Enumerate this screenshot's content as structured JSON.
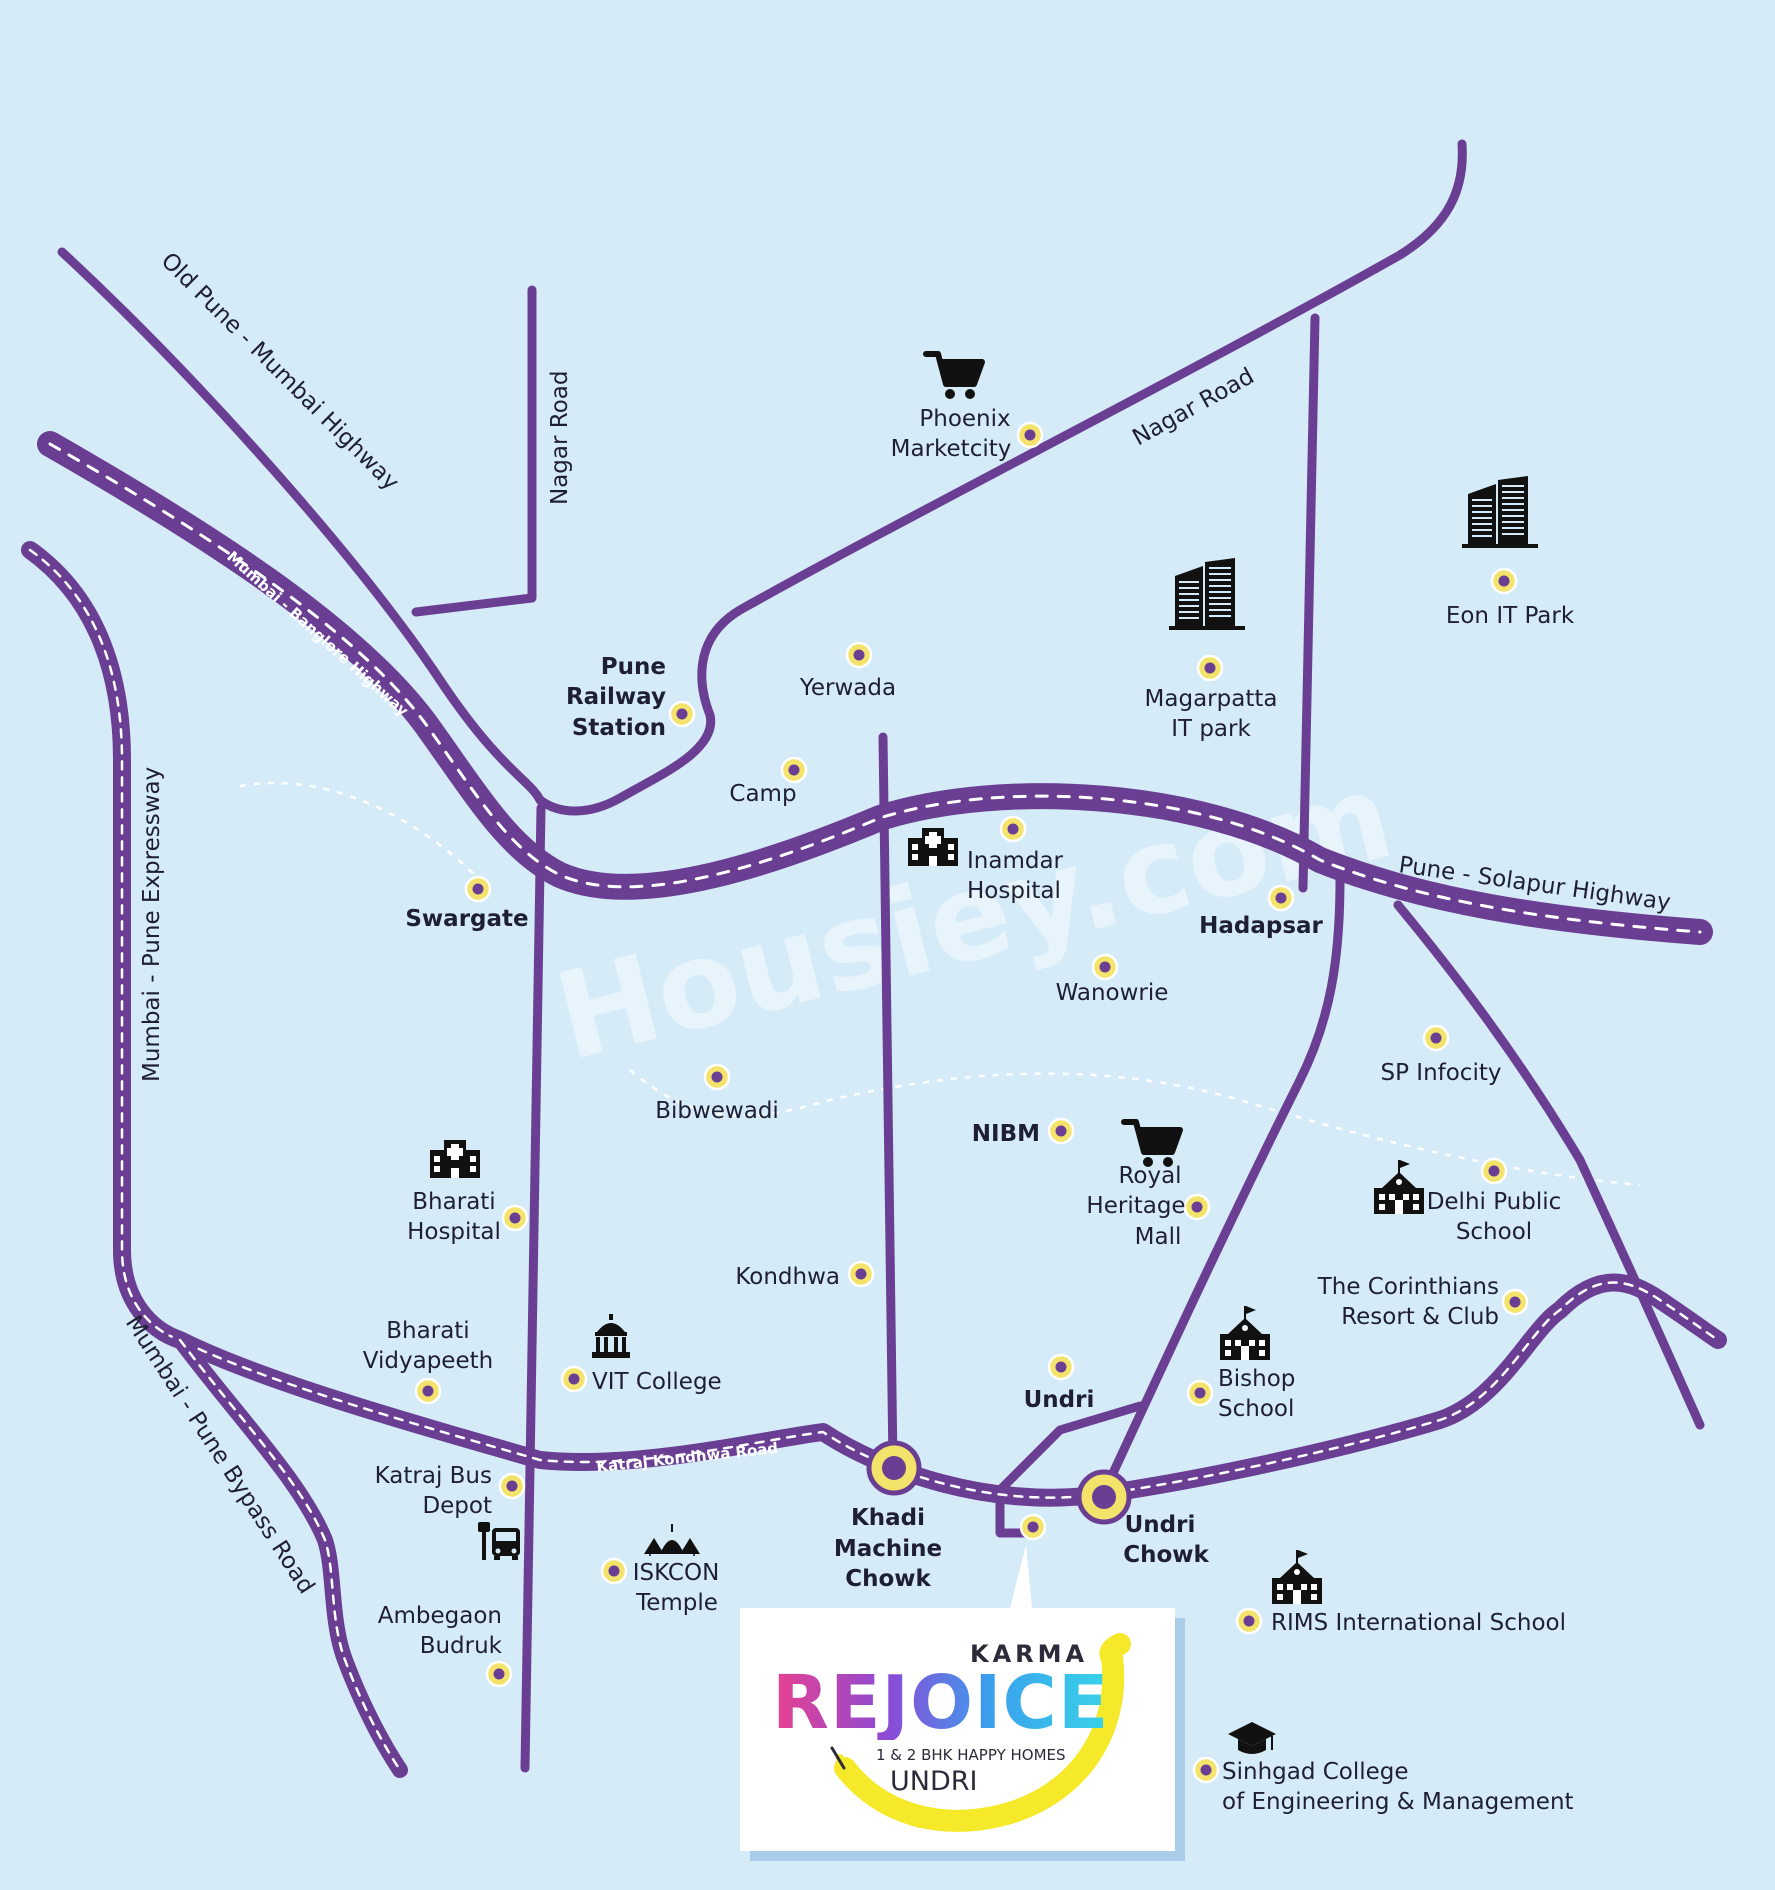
{
  "watermark": "Housiey.com",
  "roads": {
    "old_pune_mumbai_highway": "Old Pune - Mumbai Highway",
    "nagar_road_west": "Nagar Road",
    "nagar_road_east": "Nagar Road",
    "mumbai_banglore_highway": "Mumbai - Banglore Highway",
    "mumbai_pune_expressway": "Mumbai - Pune Expressway",
    "pune_solapur_highway": "Pune - Solapur Highway",
    "mumbai_pune_bypass_road": "Mumbai - Pune Bypass Road",
    "katraj_kondhwa_road": "Katraj Kondhwa Road"
  },
  "places": {
    "phoenix_marketcity": [
      "Phoenix",
      "Marketcity"
    ],
    "eon_it_park": [
      "Eon IT Park"
    ],
    "magarpatta_it_park": [
      "Magarpatta",
      "IT park"
    ],
    "pune_railway_station": [
      "Pune",
      "Railway",
      "Station"
    ],
    "yerwada": [
      "Yerwada"
    ],
    "camp": [
      "Camp"
    ],
    "inamdar_hospital": [
      "Inamdar",
      "Hospital"
    ],
    "swargate": [
      "Swargate"
    ],
    "hadapsar": [
      "Hadapsar"
    ],
    "wanowrie": [
      "Wanowrie"
    ],
    "sp_infocity": [
      "SP Infocity"
    ],
    "bibwewadi": [
      "Bibwewadi"
    ],
    "nibm": [
      "NIBM"
    ],
    "royal_heritage_mall": [
      "Royal",
      "Heritage",
      "Mall"
    ],
    "delhi_public_school": [
      "Delhi Public",
      "School"
    ],
    "bharati_hospital": [
      "Bharati",
      "Hospital"
    ],
    "kondhwa": [
      "Kondhwa"
    ],
    "corinthians": [
      "The Corinthians",
      "Resort & Club"
    ],
    "bharati_vidyapeeth": [
      "Bharati",
      "Vidyapeeth"
    ],
    "vit_college": [
      "VIT College"
    ],
    "undri": [
      "Undri"
    ],
    "bishop_school": [
      "Bishop",
      "School"
    ],
    "katraj_bus_depot": [
      "Katraj Bus",
      "Depot"
    ],
    "khadi_machine_chowk": [
      "Khadi",
      "Machine",
      "Chowk"
    ],
    "undri_chowk": [
      "Undri",
      "Chowk"
    ],
    "iskcon_temple": [
      "ISKCON",
      "Temple"
    ],
    "ambegaon_budruk": [
      "Ambegaon",
      "Budruk"
    ],
    "rims_school": [
      "RIMS International School"
    ],
    "sinhgad_college": [
      "Sinhgad College",
      "of Engineering & Management"
    ]
  },
  "logo": {
    "brand": "KARMA",
    "project": "REJOICE",
    "tagline": "1 & 2 BHK HAPPY HOMES",
    "area": "UNDRI"
  },
  "colors": {
    "background": "#d6ebf8",
    "road": "#6a3f93",
    "marker_fill": "#f3e36a",
    "marker_center": "#6a3f93",
    "logo_smile": "#f5e92a"
  },
  "icons": {
    "phoenix_marketcity": "shopping-cart-icon",
    "royal_heritage_mall": "shopping-cart-icon",
    "eon_it_park": "office-towers-icon",
    "magarpatta_it_park": "office-towers-icon",
    "inamdar_hospital": "hospital-icon",
    "bharati_hospital": "hospital-icon",
    "vit_college": "college-dome-icon",
    "delhi_public_school": "school-building-icon",
    "bishop_school": "school-building-icon",
    "rims_school": "school-building-icon",
    "katraj_bus_depot": "bus-stop-icon",
    "iskcon_temple": "temple-icon",
    "sinhgad_college": "graduation-cap-icon"
  }
}
